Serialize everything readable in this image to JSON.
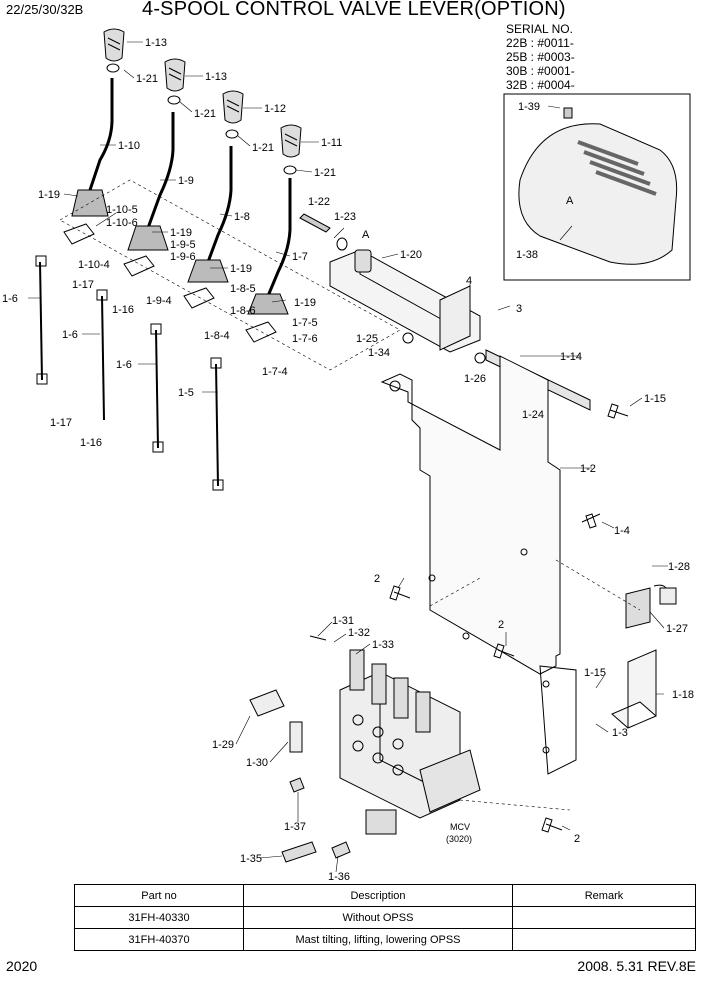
{
  "header": {
    "model": "22/25/30/32B",
    "title": "4-SPOOL CONTROL VALVE LEVER(OPTION)"
  },
  "serial": {
    "label": "SERIAL NO.",
    "entries": [
      "22B : #0011-",
      "25B : #0003-",
      "30B : #0001-",
      "32B : #0004-"
    ]
  },
  "callouts": {
    "c_1_13a": "1-13",
    "c_1_21a": "1-21",
    "c_1_13b": "1-13",
    "c_1_21b": "1-21",
    "c_1_12": "1-12",
    "c_1_21c": "1-21",
    "c_1_11": "1-11",
    "c_1_21d": "1-21",
    "c_1_10": "1-10",
    "c_1_9": "1-9",
    "c_1_8": "1-8",
    "c_1_7": "1-7",
    "c_1_19a": "1-19",
    "c_1_10_5": "1-10-5",
    "c_1_10_6": "1-10-6",
    "c_1_19b": "1-19",
    "c_1_9_5": "1-9-5",
    "c_1_9_6": "1-9-6",
    "c_1_19c": "1-19",
    "c_1_8_5": "1-8-5",
    "c_1_8_6": "1-8-6",
    "c_1_19d": "1-19",
    "c_1_7_5": "1-7-5",
    "c_1_7_6": "1-7-6",
    "c_1_10_4": "1-10-4",
    "c_1_17a": "1-17",
    "c_1_16a": "1-16",
    "c_1_9_4": "1-9-4",
    "c_1_8_4": "1-8-4",
    "c_1_7_4": "1-7-4",
    "c_1_6a": "1-6",
    "c_1_6b": "1-6",
    "c_1_6c": "1-6",
    "c_1_5": "1-5",
    "c_1_17b": "1-17",
    "c_1_16b": "1-16",
    "c_1_22": "1-22",
    "c_1_23": "1-23",
    "c_A1": "A",
    "c_1_20": "1-20",
    "c_4": "4",
    "c_3": "3",
    "c_1_25": "1-25",
    "c_1_34": "1-34",
    "c_1_26": "1-26",
    "c_1_14": "1-14",
    "c_1_24": "1-24",
    "c_1_15a": "1-15",
    "c_1_2": "1-2",
    "c_1_4": "1-4",
    "c_1_39": "1-39",
    "c_A2": "A",
    "c_1_38": "1-38",
    "c_2a": "2",
    "c_2b": "2",
    "c_2c": "2",
    "c_1_28": "1-28",
    "c_1_27": "1-27",
    "c_1_15b": "1-15",
    "c_1_18": "1-18",
    "c_1_3": "1-3",
    "c_1_31": "1-31",
    "c_1_32": "1-32",
    "c_1_33": "1-33",
    "c_1_29": "1-29",
    "c_1_30": "1-30",
    "c_1_37": "1-37",
    "c_1_35": "1-35",
    "c_1_36": "1-36",
    "c_mcv": "MCV",
    "c_mcv_no": "(3020)"
  },
  "table": {
    "headers": [
      "Part no",
      "Description",
      "Remark"
    ],
    "rows": [
      [
        "31FH-40330",
        "Without OPSS",
        ""
      ],
      [
        "31FH-40370",
        "Mast tilting, lifting, lowering OPSS",
        ""
      ]
    ]
  },
  "footer": {
    "page": "2020",
    "revision": "2008. 5.31  REV.8E"
  }
}
